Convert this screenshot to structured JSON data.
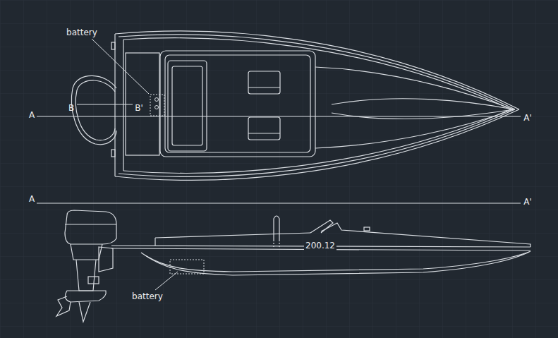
{
  "diagram": {
    "labels": [
      "battery",
      "A",
      "B",
      "B'",
      "A'",
      "A",
      "A'",
      "200.12",
      "battery"
    ]
  }
}
